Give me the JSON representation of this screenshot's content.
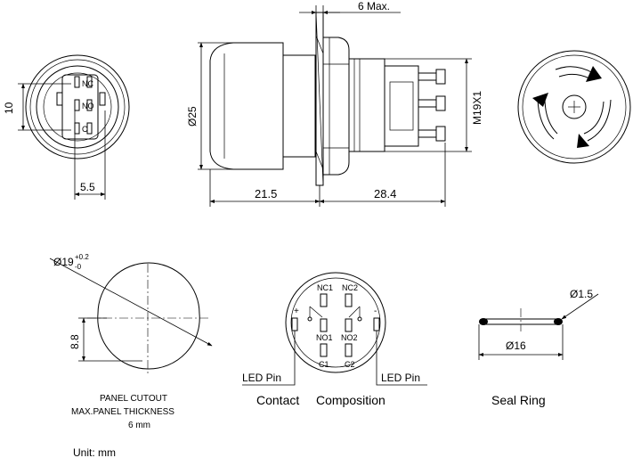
{
  "dimensions": {
    "max_thickness": "6 Max.",
    "diameter_body": "Ø25",
    "thread": "M19X1",
    "length_front": "21.5",
    "length_rear": "28.4",
    "pin_pitch": "10",
    "pin_offset": "5.5",
    "cutout_diameter": "Ø19",
    "cutout_tol_upper": "+0.2",
    "cutout_tol_lower": "-0",
    "flat_height": "8.8",
    "seal_section": "Ø1.5",
    "seal_diameter": "Ø16"
  },
  "pin_labels": {
    "nc": "NC",
    "no": "NO",
    "c": "C",
    "nc1": "NC1",
    "nc2": "NC2",
    "no1": "NO1",
    "no2": "NO2",
    "c1": "C1",
    "c2": "C2",
    "plus": "+",
    "minus": "-",
    "led_pin_left": "LED Pin",
    "led_pin_right": "LED Pin"
  },
  "captions": {
    "panel_cutout_line1": "PANEL CUTOUT",
    "panel_cutout_line2": "MAX.PANEL THICKNESS",
    "panel_cutout_line3": "6 mm",
    "contact": "Contact",
    "composition": "Composition",
    "seal_ring": "Seal Ring",
    "unit": "Unit: mm"
  }
}
